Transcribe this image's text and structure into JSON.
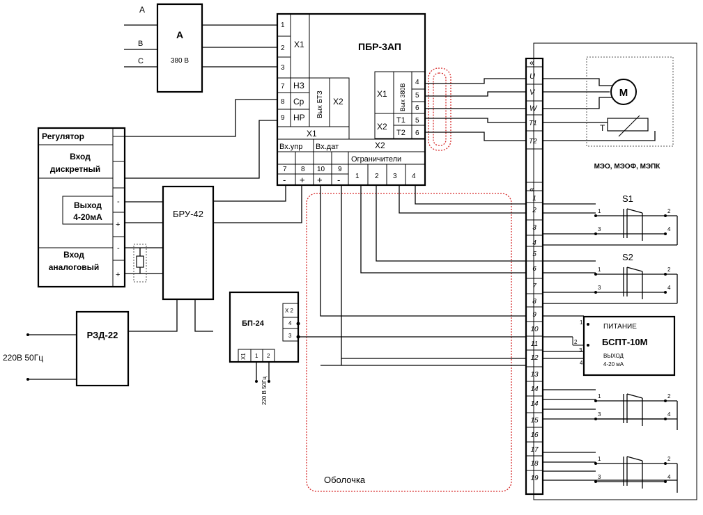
{
  "phases": [
    "A",
    "B",
    "C"
  ],
  "block_a": {
    "title": "A",
    "voltage": "380 В"
  },
  "pbr": {
    "title": "ПБР-3АП",
    "x1_label": "X1",
    "x1_pins": [
      "1",
      "2",
      "3"
    ],
    "relay_pins": [
      "7",
      "8",
      "9"
    ],
    "relay_labels": [
      "НЗ",
      "Ср",
      "НР"
    ],
    "vyh_bt3": "Вых БТЗ",
    "x2_label": "X2",
    "x1_bottom": "X1",
    "x2_bottom": "X2",
    "vyh_380": "Вых 380В",
    "out_pins": [
      "4",
      "5",
      "6"
    ],
    "t_labels": [
      "T1",
      "T2"
    ],
    "t_pins": [
      "5",
      "6"
    ],
    "vx_upr": "Вх.упр",
    "vx_dat": "Вх.дат",
    "ogranichiteli": "Ограничители",
    "bottom_pins": [
      "7",
      "8",
      "10",
      "9"
    ],
    "bottom_signs": [
      "-",
      "+",
      "+",
      "-"
    ],
    "limit_pins": [
      "1",
      "2",
      "3",
      "4"
    ]
  },
  "regulator": {
    "title": "Регулятор",
    "discrete_in": [
      "Вход",
      "дискретный"
    ],
    "output": [
      "Выход",
      "4-20мА"
    ],
    "analog_in": [
      "Вход",
      "аналоговый"
    ],
    "signs": [
      "-",
      "+",
      "-",
      "+"
    ]
  },
  "bru": {
    "title": "БРУ-42"
  },
  "rzd": {
    "title": "РЗД-22",
    "supply": "220В 50Гц"
  },
  "bp": {
    "title": "БП-24",
    "x2": "X 2",
    "pins": [
      "4",
      "3"
    ],
    "x1": "X1",
    "x1_pins": [
      "1",
      "2"
    ],
    "supply": "220 В 50Гц"
  },
  "terminal_block": {
    "top_mark": "«",
    "top_labels": [
      "U",
      "V",
      "W",
      "T1",
      "T2"
    ],
    "mid_mark": "«",
    "numbers": [
      "1",
      "2",
      "3",
      "4",
      "5",
      "6",
      "7",
      "8",
      "9",
      "10",
      "11",
      "12",
      "13",
      "14",
      "14",
      "15",
      "16",
      "17",
      "18",
      "19"
    ]
  },
  "meo": {
    "motor": "M",
    "t_label": "T",
    "caption": "МЭО,  МЭОФ, МЭПК"
  },
  "switches": [
    {
      "label": "S1",
      "pins": [
        "1",
        "2",
        "3",
        "4"
      ]
    },
    {
      "label": "S2",
      "pins": [
        "1",
        "2",
        "3",
        "4"
      ]
    },
    {
      "label": "",
      "pins": [
        "1",
        "2",
        "3",
        "4"
      ]
    },
    {
      "label": "",
      "pins": [
        "1",
        "2",
        "3",
        "4"
      ]
    }
  ],
  "bspt": {
    "power": "ПИТАНИЕ",
    "title": "БСПТ-10М",
    "output": "ВЫХОД",
    "output_range": "4-20 мА",
    "pins": [
      "1",
      "2",
      "3",
      "4"
    ]
  },
  "shell_label": "Оболочка",
  "colors": {
    "wire": "#000000",
    "shield": "#d62a2a",
    "frame": "#555555"
  }
}
